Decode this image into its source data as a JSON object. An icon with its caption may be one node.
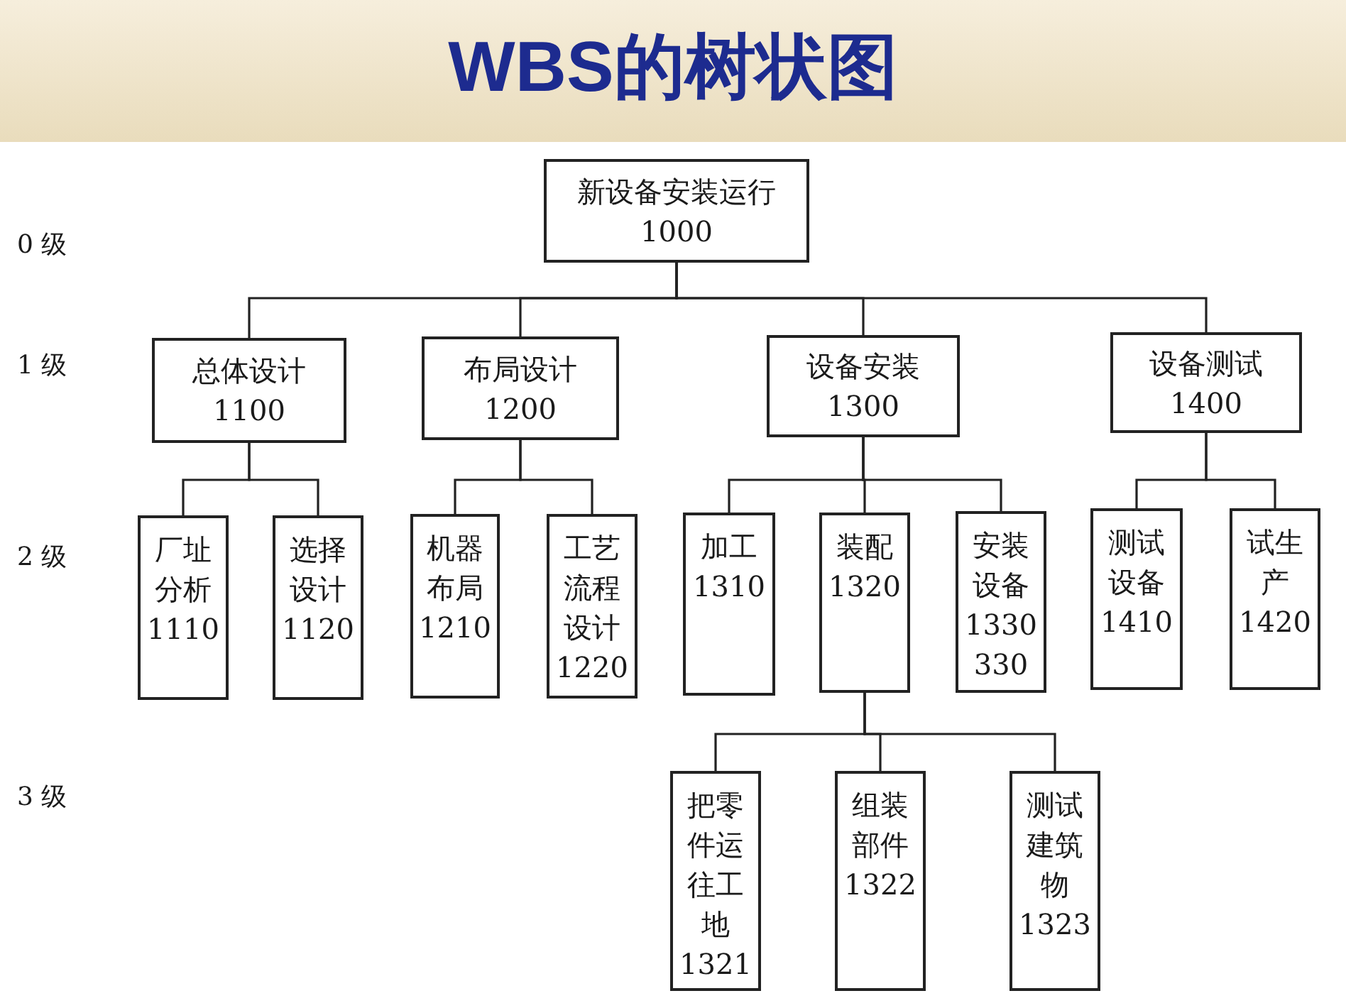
{
  "diagram": {
    "title": "WBS的树状图",
    "nodes": [
      {
        "text": [
          "新设备安装运行",
          "1000"
        ]
      },
      {
        "text": [
          "总体设计",
          "1100"
        ]
      },
      {
        "text": [
          "布局设计",
          "1200"
        ]
      },
      {
        "text": [
          "设备安装",
          "1300"
        ]
      },
      {
        "text": [
          "设备测试",
          "1400"
        ]
      },
      {
        "text": [
          "厂址分析",
          "1110"
        ]
      },
      {
        "text": [
          "选择设计",
          "1120"
        ]
      },
      {
        "text": [
          "机器布局",
          "1210"
        ]
      },
      {
        "text": [
          "工艺流程设计",
          "1220"
        ]
      },
      {
        "text": [
          "加工",
          "1310"
        ]
      },
      {
        "text": [
          "装配",
          "1320"
        ]
      },
      {
        "text": [
          "安装设备",
          "1330",
          "330"
        ]
      },
      {
        "text": [
          "测试设备",
          "1410"
        ]
      },
      {
        "text": [
          "试生产",
          "1420"
        ]
      },
      {
        "text": [
          "把零件运往工地",
          "1321"
        ]
      },
      {
        "text": [
          "组装部件",
          "1322"
        ]
      },
      {
        "text": [
          "测试建筑物",
          "1323"
        ]
      }
    ],
    "edges": [
      {
        "from": 0,
        "to": 1,
        "arrow": "none"
      },
      {
        "from": 0,
        "to": 2,
        "arrow": "none"
      },
      {
        "from": 0,
        "to": 3,
        "arrow": "none"
      },
      {
        "from": 0,
        "to": 4,
        "arrow": "none"
      },
      {
        "from": 1,
        "to": 5,
        "arrow": "none"
      },
      {
        "from": 1,
        "to": 6,
        "arrow": "none"
      },
      {
        "from": 2,
        "to": 7,
        "arrow": "none"
      },
      {
        "from": 2,
        "to": 8,
        "arrow": "none"
      },
      {
        "from": 3,
        "to": 9,
        "arrow": "none"
      },
      {
        "from": 3,
        "to": 10,
        "arrow": "none"
      },
      {
        "from": 3,
        "to": 11,
        "arrow": "none"
      },
      {
        "from": 4,
        "to": 12,
        "arrow": "none"
      },
      {
        "from": 4,
        "to": 13,
        "arrow": "none"
      },
      {
        "from": 10,
        "to": 14,
        "arrow": "none"
      },
      {
        "from": 10,
        "to": 15,
        "arrow": "none"
      },
      {
        "from": 10,
        "to": 16,
        "arrow": "none"
      }
    ],
    "labels": [
      "0 级",
      "1 级",
      "2 级",
      "3 级"
    ]
  }
}
